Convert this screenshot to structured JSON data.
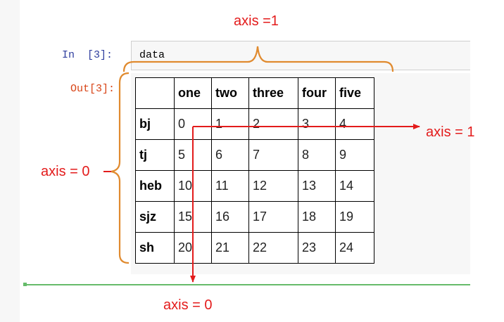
{
  "notebook": {
    "input_prompt": "In  [3]:",
    "output_prompt": "Out[3]:",
    "code": "data"
  },
  "dataframe": {
    "columns": [
      "",
      "one",
      "two",
      "three",
      "four",
      "five"
    ],
    "rows": [
      {
        "index": "bj",
        "values": [
          "0",
          "1",
          "2",
          "3",
          "4"
        ]
      },
      {
        "index": "tj",
        "values": [
          "5",
          "6",
          "7",
          "8",
          "9"
        ]
      },
      {
        "index": "heb",
        "values": [
          "10",
          "11",
          "12",
          "13",
          "14"
        ]
      },
      {
        "index": "sjz",
        "values": [
          "15",
          "16",
          "17",
          "18",
          "19"
        ]
      },
      {
        "index": "sh",
        "values": [
          "20",
          "21",
          "22",
          "23",
          "24"
        ]
      }
    ]
  },
  "annotations": {
    "top": "axis =1",
    "left": "axis = 0",
    "right": "axis = 1",
    "bottom": "axis = 0"
  },
  "colors": {
    "annotation": "#e31b1b",
    "bracket": "#e08a2e",
    "cell_separator": "#66bb6a"
  }
}
